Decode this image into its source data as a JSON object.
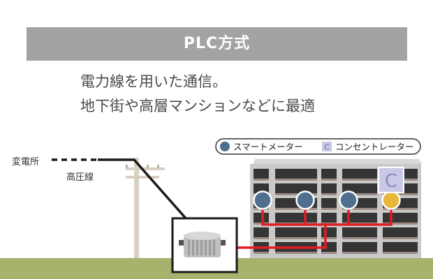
{
  "title": "PLC方式",
  "description": [
    "電力線を用いた通信。",
    "地下街や高層マンションなどに最適"
  ],
  "labels": {
    "substation": "変電所",
    "high_voltage_line": "高圧線"
  },
  "legend": {
    "meter_label": "スマートメーター",
    "concentrator_icon_letter": "C",
    "concentrator_label": "コンセントレーター"
  },
  "concentrator_letter": "C",
  "colors": {
    "banner": "#a3a3a3",
    "meter": "#4f6f8f",
    "concentrator": "#e9b73c",
    "wire": "#e01d24",
    "ground": "#a5b36d",
    "building": "#c9c9c9",
    "power_line": "#1a1a1a"
  }
}
